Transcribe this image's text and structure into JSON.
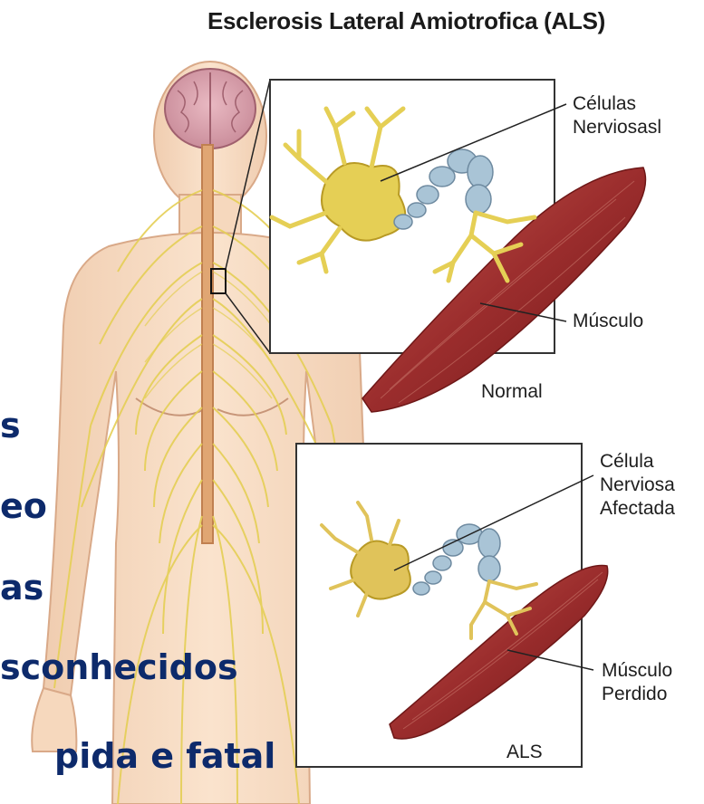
{
  "title": "Esclerosis Lateral Amiotrofica (ALS)",
  "panels": {
    "normal": {
      "caption": "Normal",
      "nerve_label_line1": "Células",
      "nerve_label_line2": "Nerviosasl",
      "muscle_label": "Músculo"
    },
    "als": {
      "caption": "ALS",
      "nerve_label_line1": "Célula",
      "nerve_label_line2": "Nerviosa",
      "nerve_label_line3": "Afectada",
      "muscle_label_line1": "Músculo",
      "muscle_label_line2": "Perdido"
    }
  },
  "overlay_text": [
    "s",
    "eo",
    "as",
    "sconhecidos",
    "pida e fatal"
  ],
  "colors": {
    "overlay_text": "#0d2a6b",
    "nerve": "#e5cf55",
    "muscle": "#9b2d2d",
    "myelin": "#a9c4d6",
    "skin": "#f7dcc3"
  }
}
